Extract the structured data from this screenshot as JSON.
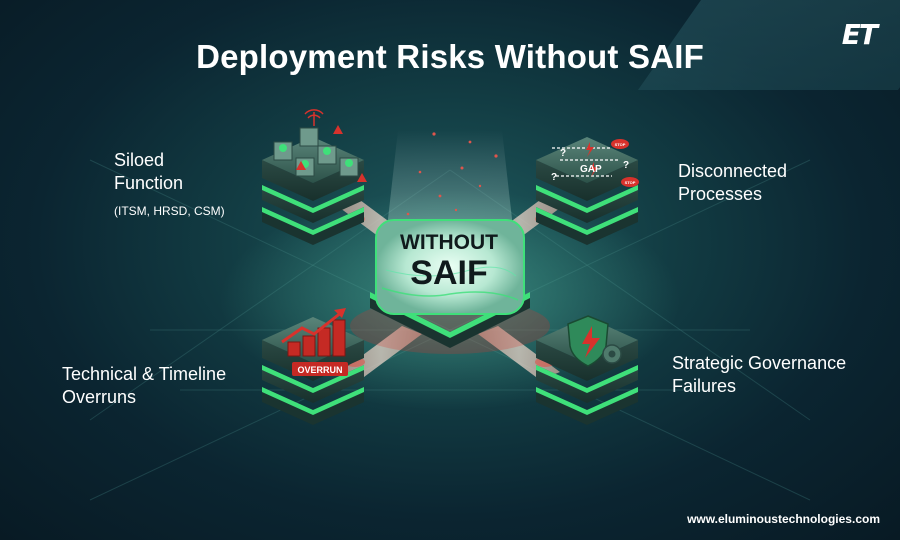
{
  "brand": {
    "logo_text": "ET",
    "website": "www.eluminoustechnologies.com"
  },
  "title": "Deployment Risks Without SAIF",
  "center": {
    "line1": "WITHOUT",
    "line2": "SAIF"
  },
  "nodes": {
    "top_left": {
      "line1": "Siloed",
      "line2": "Function",
      "sub": "(ITSM, HRSD, CSM)"
    },
    "top_right": {
      "line1": "Disconnected",
      "line2": "Processes",
      "gap_label": "GAP",
      "stop_label": "STOP"
    },
    "bottom_left": {
      "line1": "Technical & Timeline",
      "line2": "Overruns",
      "badge": "OVERRUN"
    },
    "bottom_right": {
      "line1": "Strategic Governance",
      "line2": "Failures"
    }
  },
  "colors": {
    "accent_green": "#3fe07a",
    "warning_red": "#d8322c",
    "platform_top": "#3f6b62",
    "background": "#0b2531"
  }
}
